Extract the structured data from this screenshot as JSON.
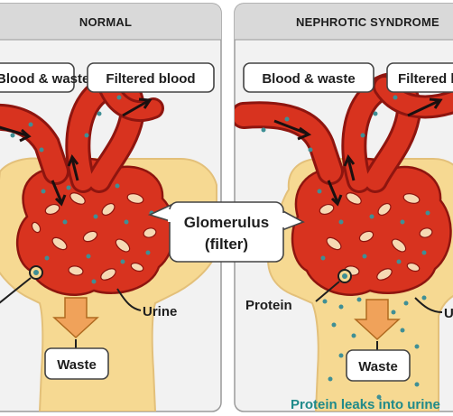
{
  "panels": [
    {
      "header": "NORMAL",
      "labels": {
        "blood_in": "Blood & waste",
        "blood_out": "Filtered blood",
        "urine": "Urine",
        "waste": "Waste"
      }
    },
    {
      "header": "NEPHROTIC SYNDROME",
      "labels": {
        "blood_in": "Blood & waste",
        "blood_out": "Filtered blood",
        "protein": "Protein",
        "urine": "Urine",
        "waste": "Waste",
        "caption": "Protein leaks into urine"
      }
    }
  ],
  "glomerulus_label": {
    "line1": "Glomerulus",
    "line2": "(filter)"
  },
  "colors": {
    "panel_bg": "#f2f2f2",
    "header_bg": "#d9d9d9",
    "tissue": "#f6d992",
    "vessel": "#c7261b",
    "vessel_dark": "#8e150f",
    "protein_dot": "#3f8f95",
    "waste_arrow": "#f0a25a",
    "caption_text": "#1f8a8a"
  }
}
